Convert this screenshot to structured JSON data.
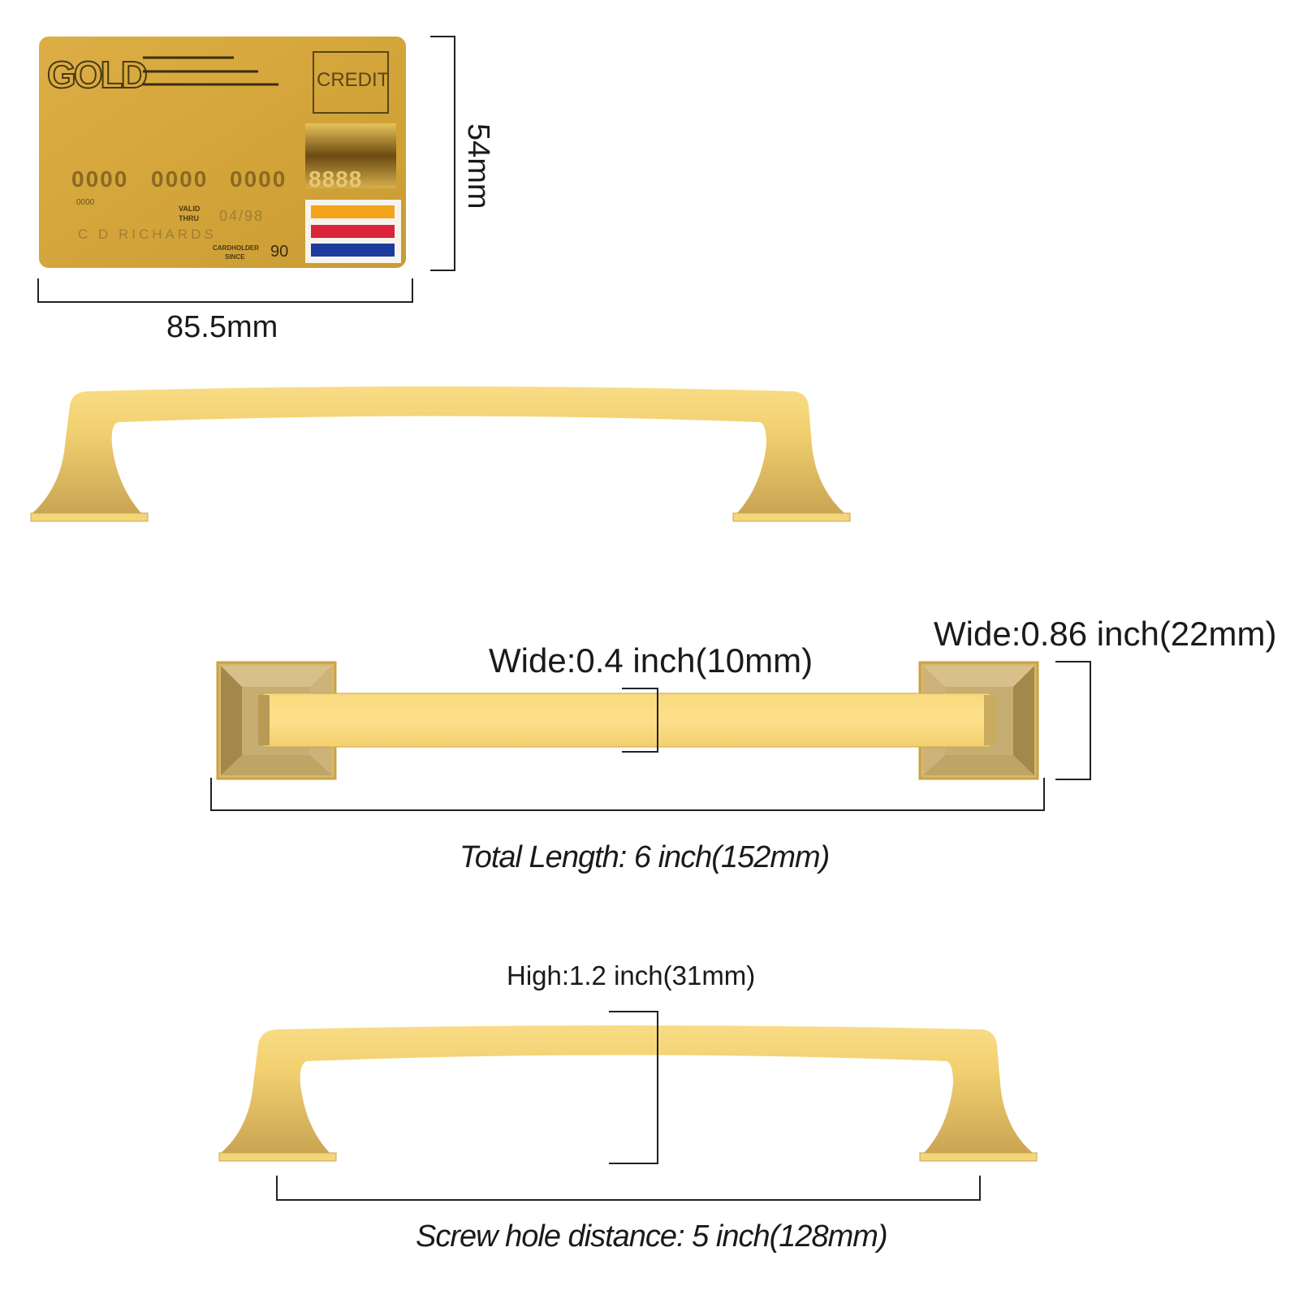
{
  "card": {
    "brand": "GOLD",
    "type": "CREDIT",
    "number_groups": [
      "0000",
      "0000",
      "0000",
      "8888"
    ],
    "small_number": "0000",
    "valid_label_1": "VALID",
    "valid_label_2": "THRU",
    "expiry": "04/98",
    "holder_name": "C D RICHARDS",
    "since_label_1": "CARDHOLDER",
    "since_label_2": "SINCE",
    "since_value": "90",
    "stripe_colors": [
      "#f2a51a",
      "#d9243a",
      "#1d3b9c"
    ]
  },
  "labels": {
    "card_width": "85.5mm",
    "card_height": "54mm",
    "bar_width": "Wide:0.4 inch(10mm)",
    "post_width": "Wide:0.86 inch(22mm)",
    "total_length": "Total Length: 6 inch(152mm)",
    "height": "High:1.2 inch(31mm)",
    "screw_distance": "Screw hole distance: 5 inch(128mm)"
  },
  "colors": {
    "gold_light": "#f7d77a",
    "gold_mid": "#d9b04e",
    "gold_dark": "#a88a45",
    "card_gold": "#d8a83a"
  }
}
